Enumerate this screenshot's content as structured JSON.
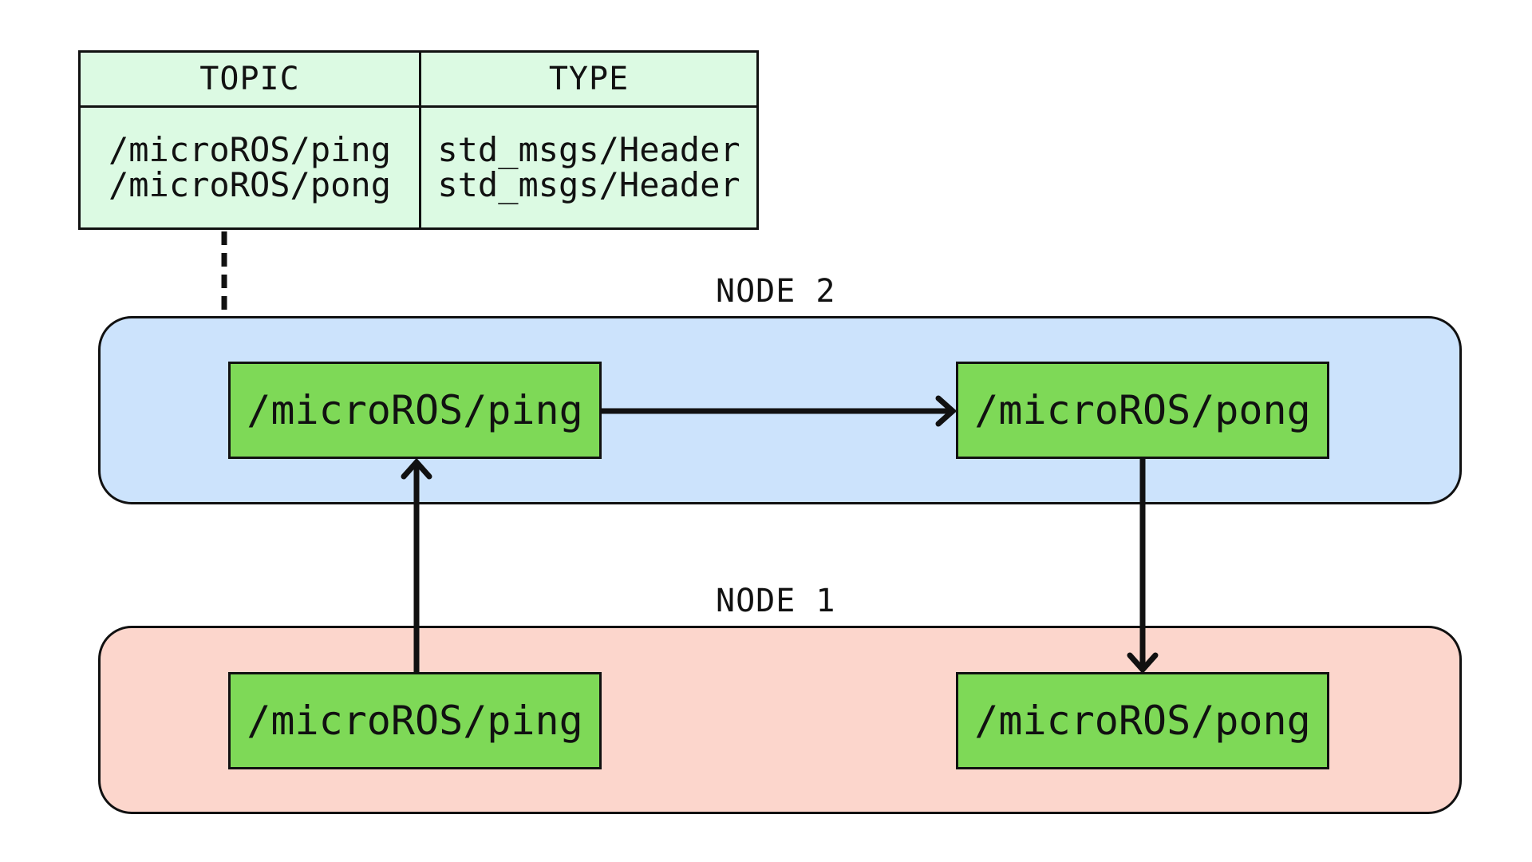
{
  "table": {
    "header_topic": "TOPIC",
    "header_type": "TYPE",
    "topics": "/microROS/ping\n/microROS/pong",
    "types": "std_msgs/Header\nstd_msgs/Header"
  },
  "node2": {
    "label": "NODE 2",
    "ping": "/microROS/ping",
    "pong": "/microROS/pong"
  },
  "node1": {
    "label": "NODE 1",
    "ping": "/microROS/ping",
    "pong": "/microROS/pong"
  },
  "colors": {
    "table_bg": "#dcfae3",
    "node2_bg": "#cce3fc",
    "node1_bg": "#fcd6cc",
    "topic_bg": "#7ed957",
    "stroke": "#111111"
  }
}
